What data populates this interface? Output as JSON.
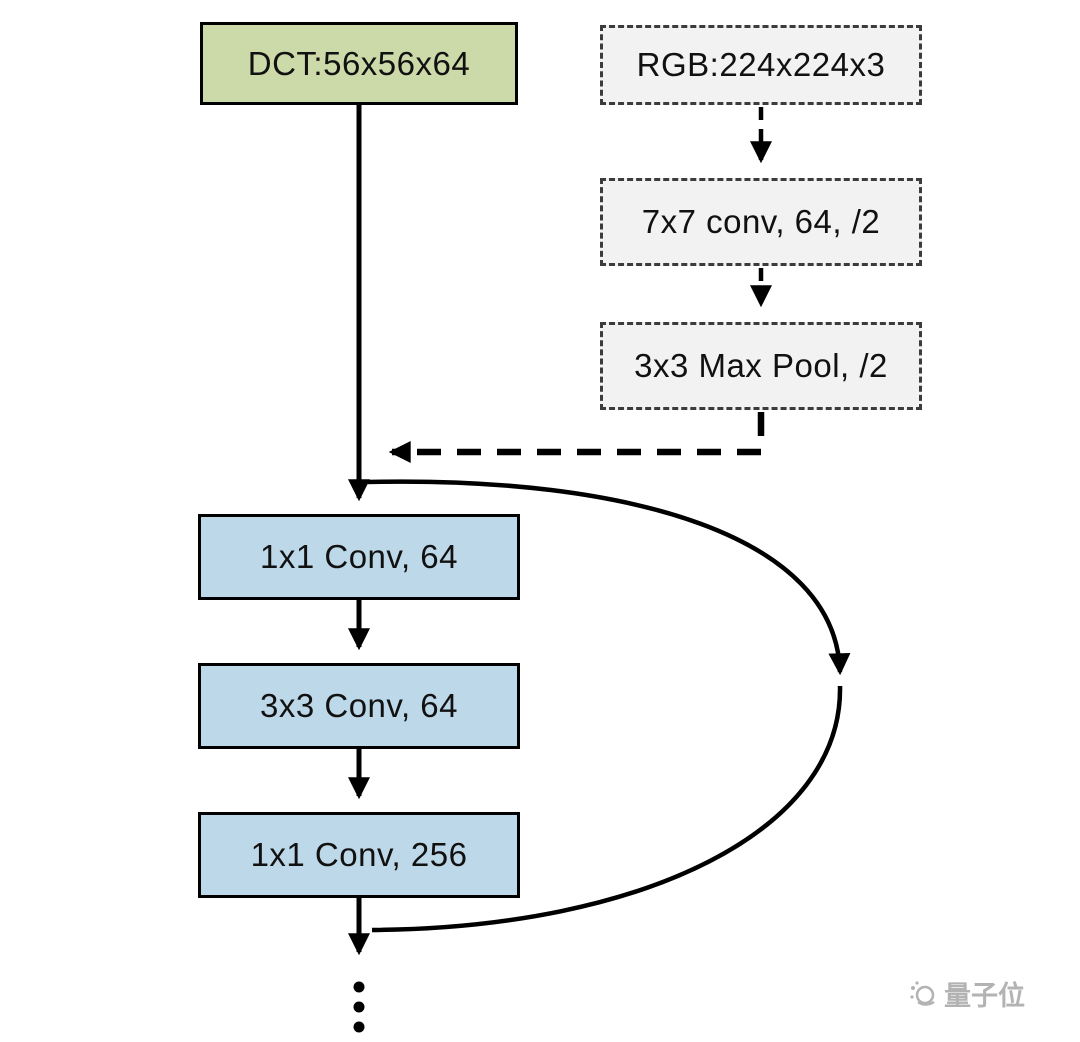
{
  "diagram": {
    "title": "DCT input ResNet bottleneck block diagram",
    "nodes": {
      "dct": {
        "label": "DCT:56x56x64"
      },
      "rgb": {
        "label": "RGB:224x224x3"
      },
      "conv7": {
        "label": "7x7 conv, 64, /2"
      },
      "maxpool": {
        "label": "3x3 Max Pool, /2"
      },
      "conv1a": {
        "label": "1x1 Conv, 64"
      },
      "conv3": {
        "label": "3x3 Conv, 64"
      },
      "conv1b": {
        "label": "1x1 Conv, 256"
      }
    },
    "edges": [
      {
        "from": "dct",
        "to": "conv1a",
        "style": "solid"
      },
      {
        "from": "rgb",
        "to": "conv7",
        "style": "dashed"
      },
      {
        "from": "conv7",
        "to": "maxpool",
        "style": "dashed"
      },
      {
        "from": "maxpool",
        "to": "dct-branch",
        "style": "dashed-thick"
      },
      {
        "from": "conv1a",
        "to": "conv3",
        "style": "solid"
      },
      {
        "from": "conv3",
        "to": "conv1b",
        "style": "solid"
      },
      {
        "from": "conv1b",
        "to": "ellipsis",
        "style": "solid"
      },
      {
        "from": "branch-point",
        "to": "after-conv1b",
        "style": "skip-connection-arc"
      }
    ],
    "colors": {
      "dct_fill": "#ccd9a8",
      "dashed_fill": "#f2f2f2",
      "conv_fill": "#bdd8e8",
      "line": "#000000",
      "watermark": "#b3b3b3"
    },
    "watermark": {
      "text": "量子位"
    }
  }
}
